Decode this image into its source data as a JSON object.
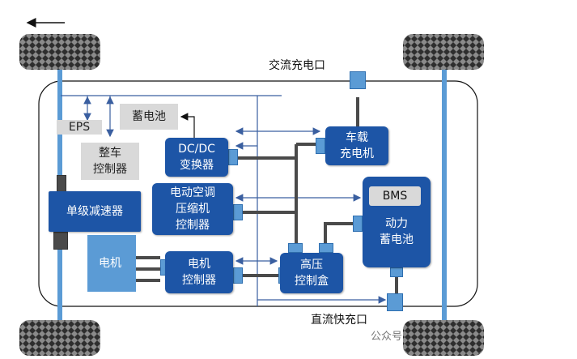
{
  "labels": {
    "ac_port": "交流充电口",
    "dc_port": "直流快充口",
    "eps": "EPS",
    "battery_small": "蓄电池",
    "vcu": "整车\n控制器",
    "dcdc": "DC/DC\n变换器",
    "obc": "车载\n充电机",
    "ac_compressor": "电动空调\n压缩机\n控制器",
    "reducer": "单级减速器",
    "motor": "电机",
    "motor_ctrl": "电机\n控制器",
    "hv_box": "高压\n控制盒",
    "bms": "BMS",
    "power_battery": "动力\n蓄电池"
  },
  "watermark": "公众号",
  "colors": {
    "dark_blue": "#1d55a6",
    "light_blue": "#5b9bd5",
    "gray": "#d9d9d9",
    "hv_line": "#4a4a4a",
    "tire": "#3a3a3a"
  }
}
